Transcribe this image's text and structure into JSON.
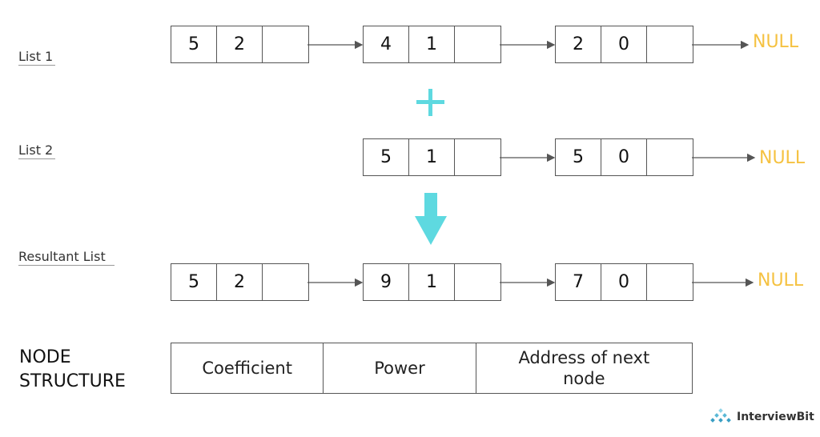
{
  "lists": [
    {
      "label": "List 1",
      "nodes": [
        {
          "coef": "5",
          "pow": "2"
        },
        {
          "coef": "4",
          "pow": "1"
        },
        {
          "coef": "2",
          "pow": "0"
        }
      ],
      "null_text": "NULL"
    },
    {
      "label": "List 2",
      "nodes": [
        {
          "coef": "5",
          "pow": "1"
        },
        {
          "coef": "5",
          "pow": "0"
        }
      ],
      "null_text": "NULL"
    },
    {
      "label": "Resultant List",
      "nodes": [
        {
          "coef": "5",
          "pow": "2"
        },
        {
          "coef": "9",
          "pow": "1"
        },
        {
          "coef": "7",
          "pow": "0"
        }
      ],
      "null_text": "NULL"
    }
  ],
  "node_structure": {
    "title_line1": "NODE",
    "title_line2": "STRUCTURE",
    "fields": [
      "Coefficient",
      "Power",
      "Address of next node"
    ]
  },
  "brand": {
    "name": "InterviewBit"
  },
  "colors": {
    "accent": "#5ed9e0",
    "null": "#f5c242",
    "line": "#555555"
  }
}
